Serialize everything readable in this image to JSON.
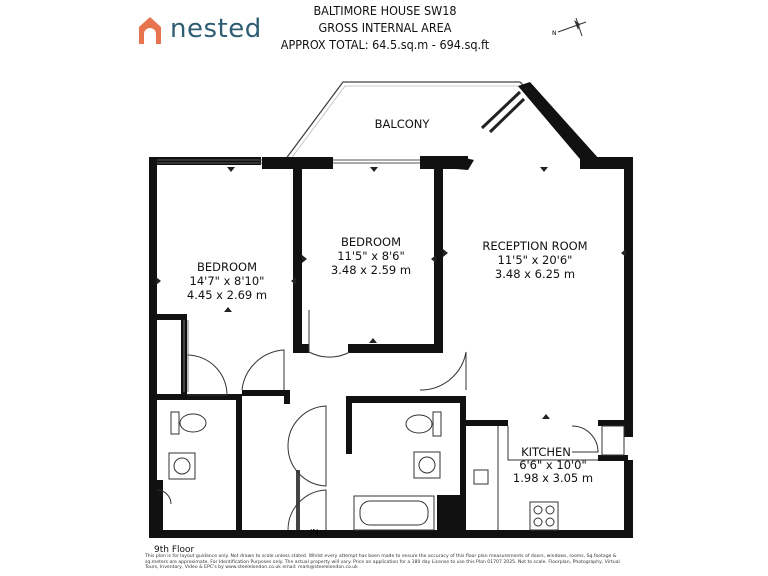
{
  "brand": {
    "name": "nested",
    "accent_color": "#e8744f",
    "text_color": "#2f5d73",
    "icon": "house-icon"
  },
  "header": {
    "line1": "BALTIMORE HOUSE SW18",
    "line2": "GROSS INTERNAL AREA",
    "line3": "APPROX TOTAL: 64.5.sq.m - 694.sq.ft"
  },
  "compass": {
    "label": "N",
    "icon": "north-arrow-icon"
  },
  "rooms": {
    "balcony": {
      "name": "BALCONY"
    },
    "bedroom1": {
      "name": "BEDROOM",
      "imperial": "14'7\" x 8'10\"",
      "metric": "4.45 x 2.69 m"
    },
    "bedroom2": {
      "name": "BEDROOM",
      "imperial": "11'5\" x 8'6\"",
      "metric": "3.48 x 2.59 m"
    },
    "reception": {
      "name": "RECEPTION ROOM",
      "imperial": "11'5\" x 20'6\"",
      "metric": "3.48 x 6.25 m"
    },
    "kitchen": {
      "name": "KITCHEN",
      "imperial": "6'6\" x 10'0\"",
      "metric": "1.98 x 3.05 m"
    }
  },
  "entrance": {
    "label": "IN"
  },
  "floor": {
    "label": "9th Floor"
  },
  "disclaimer": "This plan is for layout guidance only. Not drawn to scale unless stated. Whilst every attempt has been made to ensure the accuracy of this floor plan measurements of doors, windows, rooms, Sq.footage & sq.meters are approximate. For Identification Purposes only. The actual property will vary. Price on application for a 180 day License to use this Plan 01707 2025. Not to scale. Floorplan, Photography, Virtual Tours, Inventory, Video & EPC's by www.steelelondon.co.uk email: mark@steelelondon.co.uk"
}
